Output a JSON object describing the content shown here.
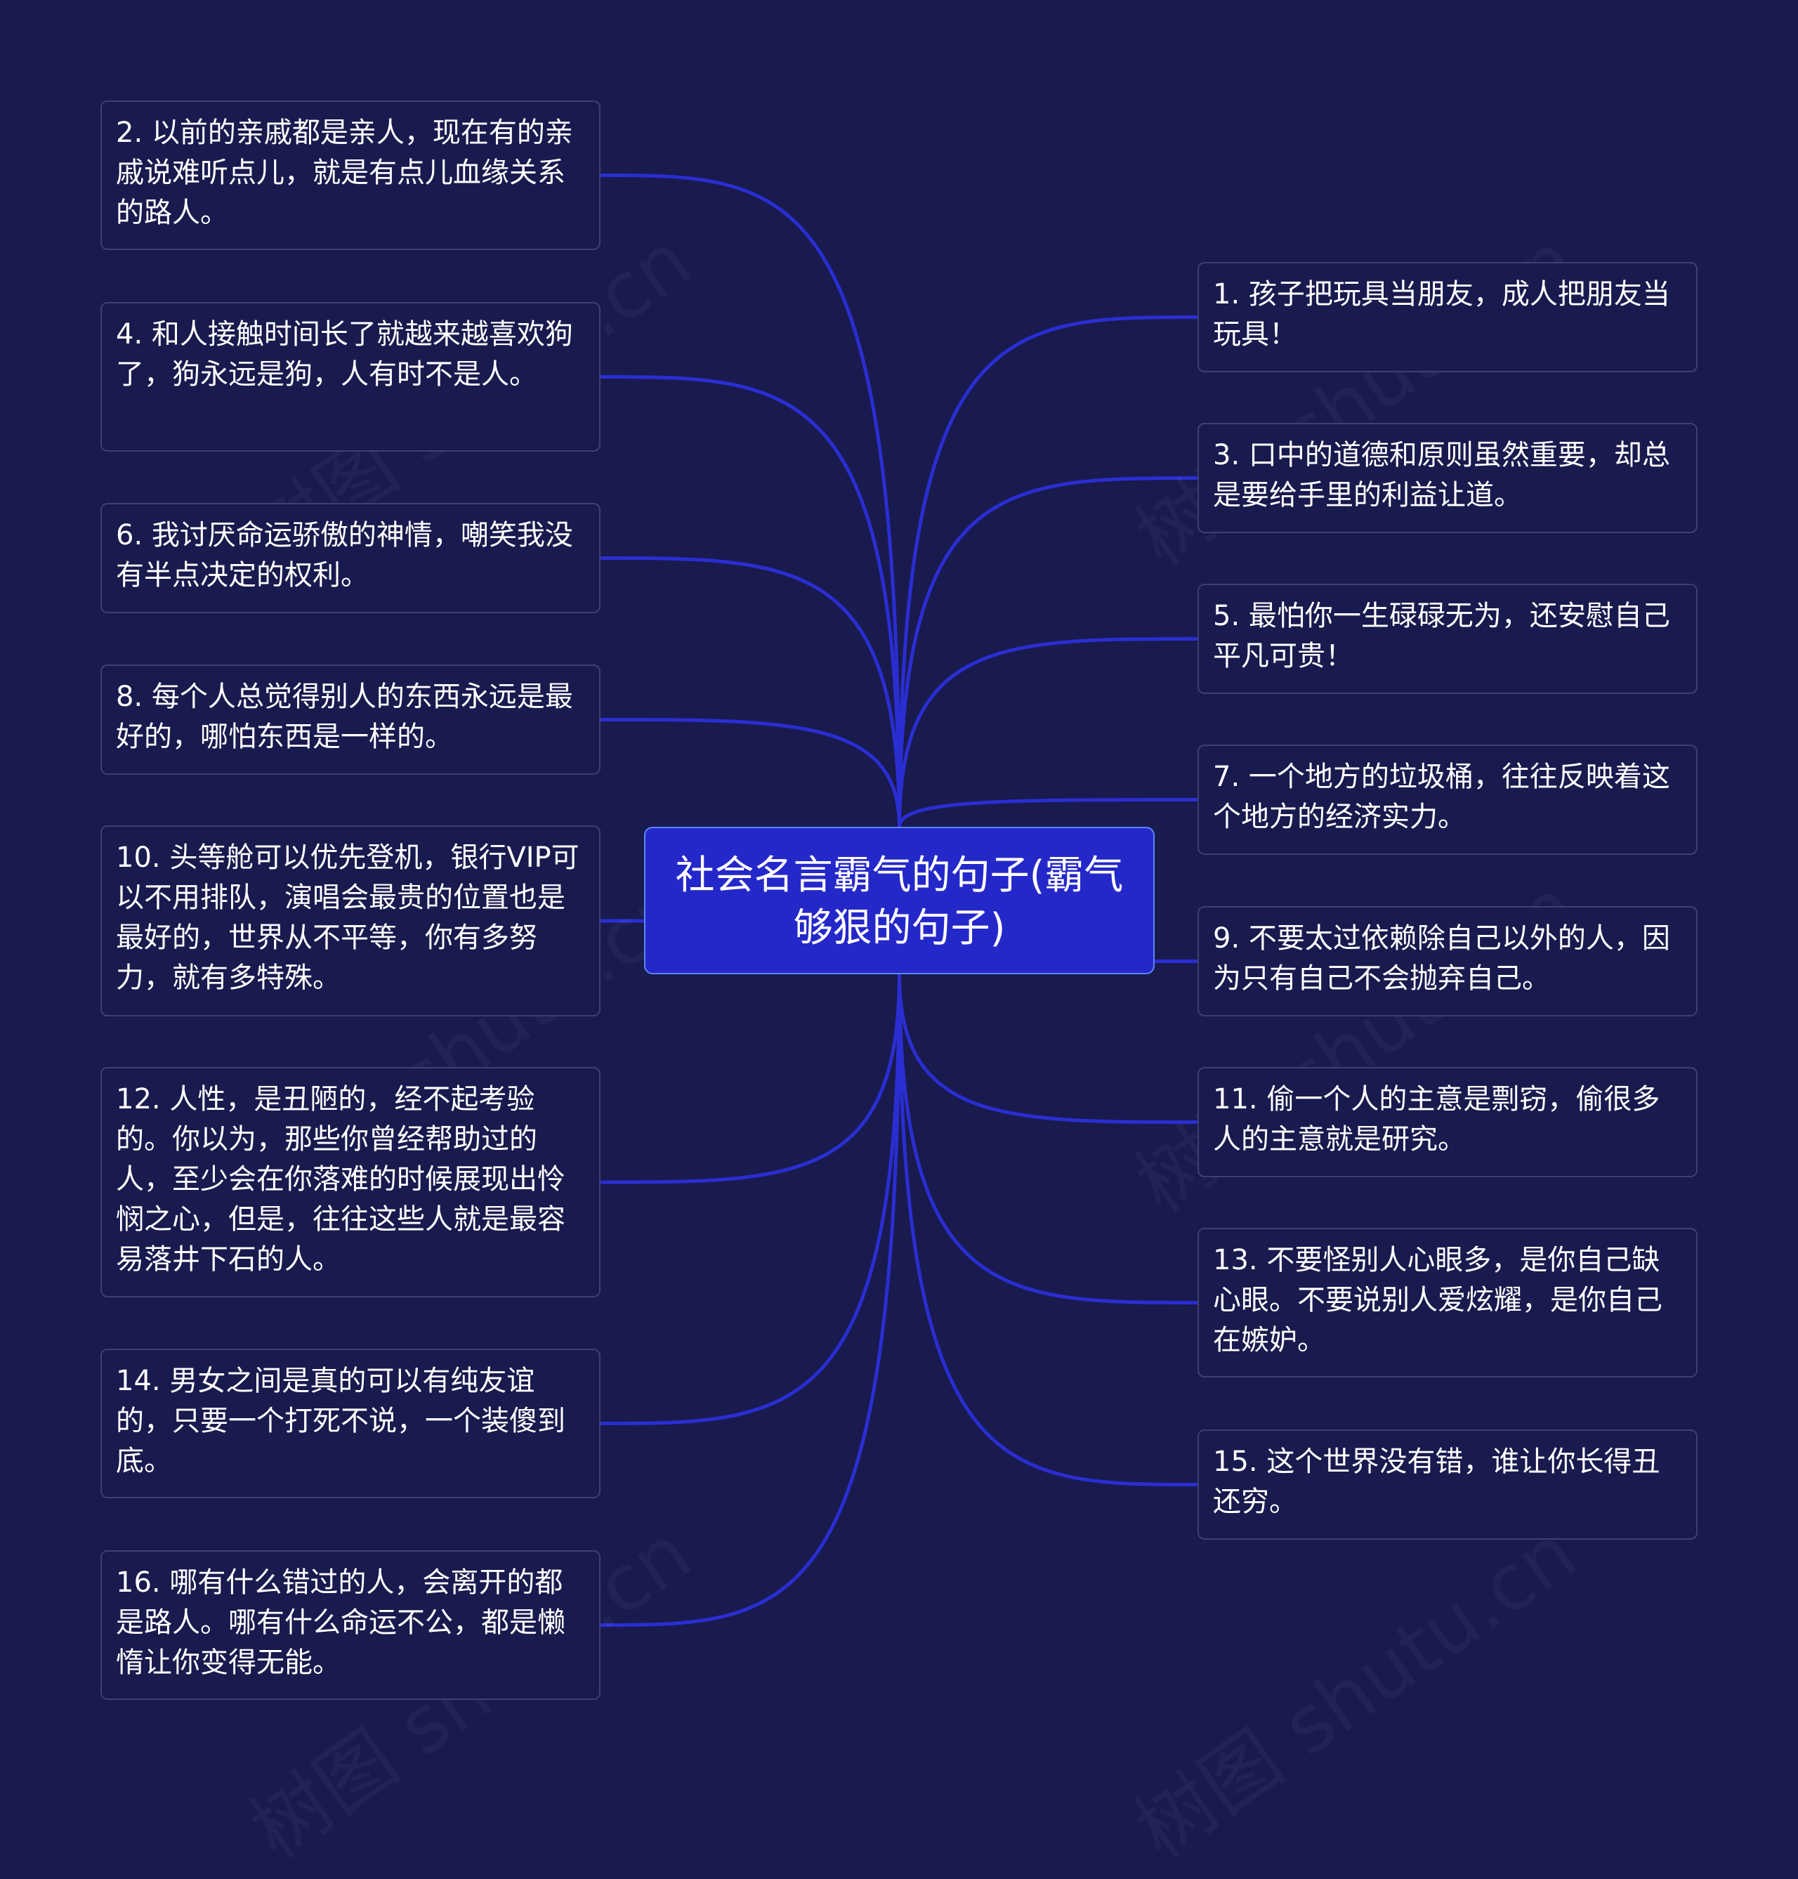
{
  "colors": {
    "background": "#191a4e",
    "center_fill": "#2528c9",
    "center_border": "#5c86f4",
    "node_border": "#3e3f72",
    "link": "#2a2ed1"
  },
  "root": {
    "title": "社会名言霸气的句子(霸气够狠的句子)"
  },
  "left": [
    {
      "text": "2. 以前的亲戚都是亲人，现在有的亲戚说难听点儿，就是有点儿血缘关系的路人。"
    },
    {
      "text": "4. 和人接触时间长了就越来越喜欢狗了，狗永远是狗，人有时不是人。"
    },
    {
      "text": "6. 我讨厌命运骄傲的神情，嘲笑我没有半点决定的权利。"
    },
    {
      "text": "8. 每个人总觉得别人的东西永远是最好的，哪怕东西是一样的。"
    },
    {
      "text": "10. 头等舱可以优先登机，银行VIP可以不用排队，演唱会最贵的位置也是最好的，世界从不平等，你有多努力，就有多特殊。"
    },
    {
      "text": "12. 人性，是丑陋的，经不起考验的。你以为，那些你曾经帮助过的人，至少会在你落难的时候展现出怜悯之心，但是，往往这些人就是最容易落井下石的人。"
    },
    {
      "text": "14. 男女之间是真的可以有纯友谊的，只要一个打死不说，一个装傻到底。"
    },
    {
      "text": "16. 哪有什么错过的人，会离开的都是路人。哪有什么命运不公，都是懒惰让你变得无能。"
    }
  ],
  "right": [
    {
      "text": "1. 孩子把玩具当朋友，成人把朋友当玩具！"
    },
    {
      "text": "3. 口中的道德和原则虽然重要，却总是要给手里的利益让道。"
    },
    {
      "text": "5. 最怕你一生碌碌无为，还安慰自己平凡可贵！"
    },
    {
      "text": "7. 一个地方的垃圾桶，往往反映着这个地方的经济实力。"
    },
    {
      "text": "9. 不要太过依赖除自己以外的人，因为只有自己不会抛弃自己。"
    },
    {
      "text": "11. 偷一个人的主意是剽窃，偷很多人的主意就是研究。"
    },
    {
      "text": "13. 不要怪别人心眼多，是你自己缺心眼。不要说别人爱炫耀，是你自己在嫉妒。"
    },
    {
      "text": "15. 这个世界没有错，谁让你长得丑还穷。"
    }
  ],
  "watermark": {
    "text": "树图 shutu.cn"
  }
}
